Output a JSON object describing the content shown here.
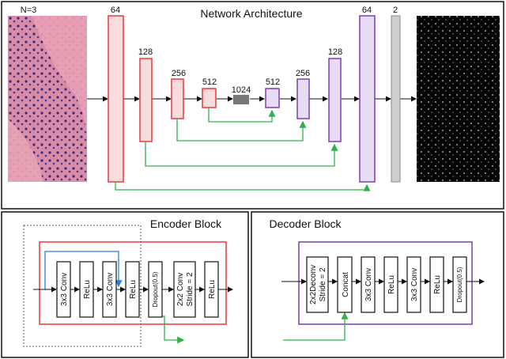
{
  "architecture": {
    "title": "Network Architecture",
    "input_label": "N=3",
    "encoder_channels": [
      "64",
      "128",
      "256",
      "512"
    ],
    "bottleneck_channels": "1024",
    "decoder_channels": [
      "512",
      "256",
      "128",
      "64"
    ],
    "output_channels": "2"
  },
  "encoder_block": {
    "title": "Encoder Block",
    "layers": [
      "3x3 Conv",
      "ReLu",
      "3x3 Conv",
      "ReLu",
      "Dropout(0.5)",
      "2x2 Conv",
      "Stride = 2",
      "ReLu"
    ]
  },
  "decoder_block": {
    "title": "Decoder Block",
    "layers": [
      "2x2Deconv",
      "Stride = 2",
      "Concat",
      "3x3 Conv",
      "ReLu",
      "3x3 Conv",
      "ReLu",
      "Dropout(0.5)"
    ]
  },
  "colors": {
    "encoder": "#e83a3a",
    "encoder_fill": "#fbdcdc",
    "decoder": "#7a3fb0",
    "decoder_fill": "#e7dcf5",
    "skip": "#2db34a",
    "residual": "#2a7fd4",
    "bottleneck": "#777777",
    "output": "#bdbdbd"
  }
}
